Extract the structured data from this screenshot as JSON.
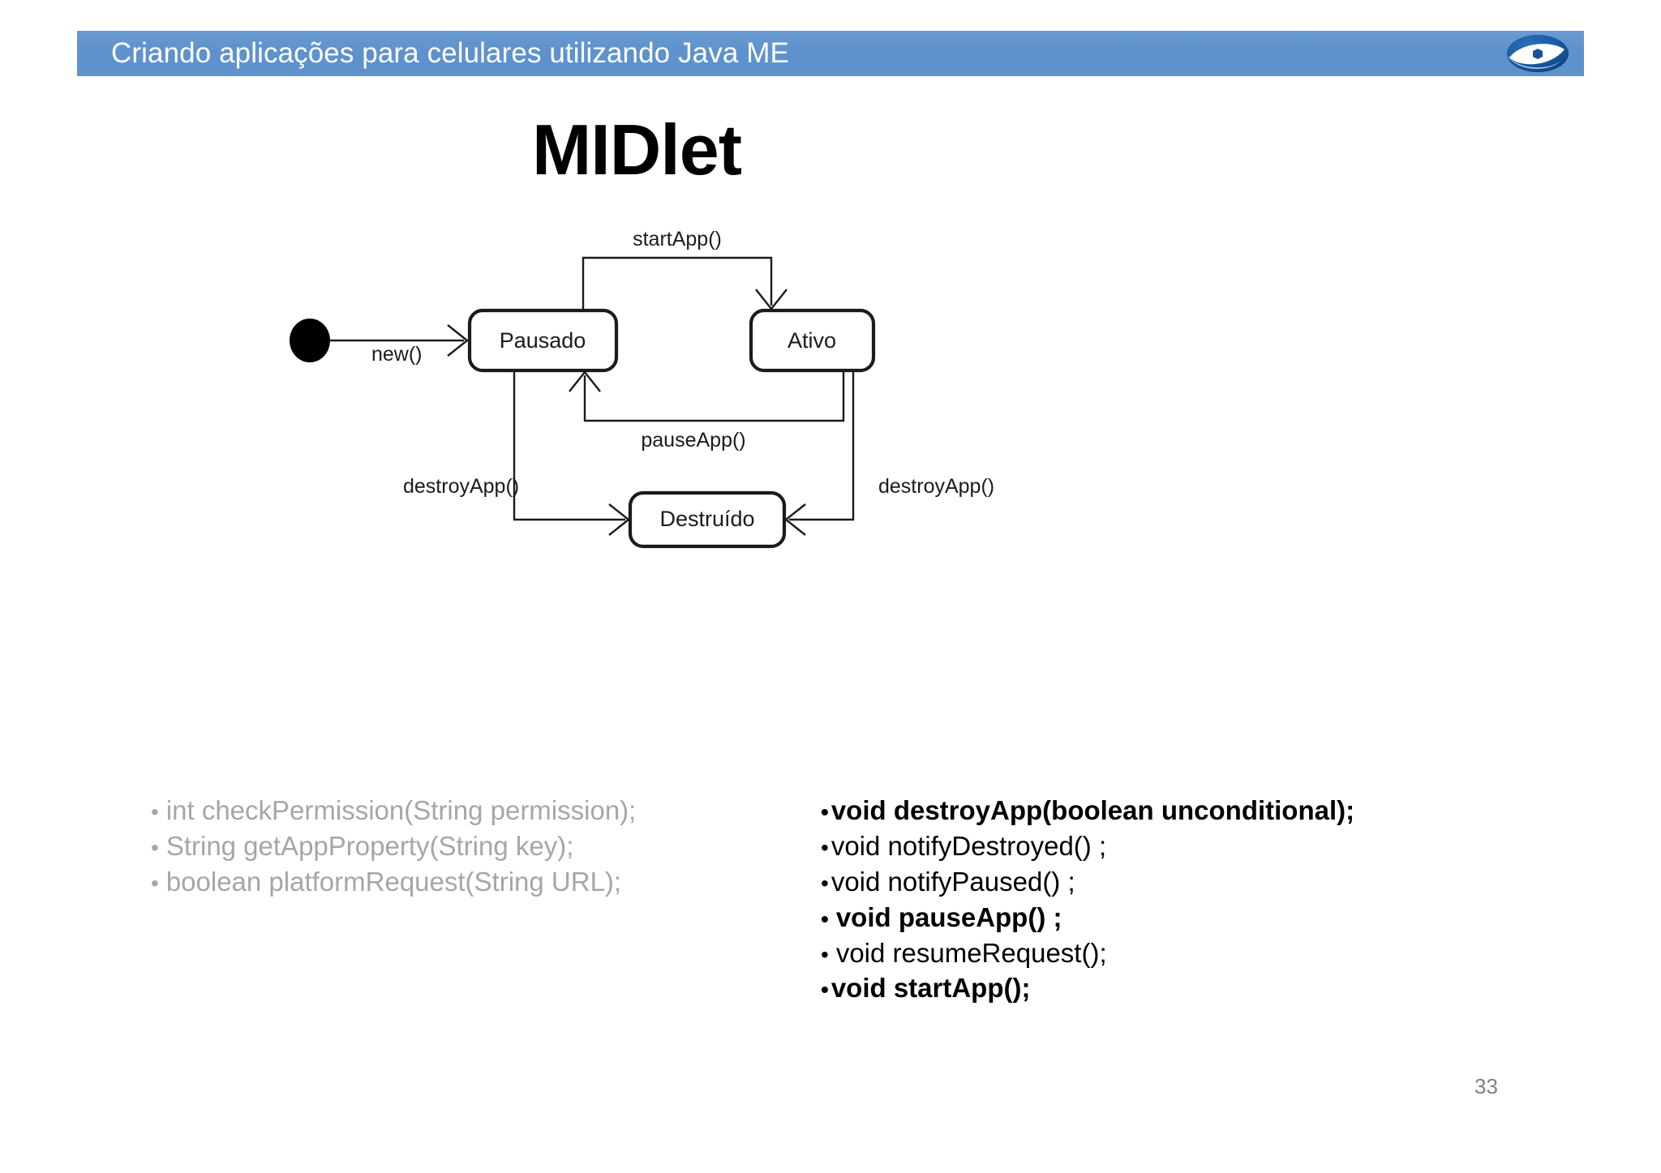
{
  "header": {
    "title": "Criando aplicações para celulares utilizando Java ME",
    "bar_color": "#5e92cc",
    "logo_icon": "eye-logo-icon"
  },
  "slide": {
    "title": "MIDlet",
    "page_number": "33"
  },
  "diagram": {
    "type": "uml-state-machine",
    "states": [
      {
        "id": "initial",
        "label": "",
        "shape": "filled-circle"
      },
      {
        "id": "pausado",
        "label": "Pausado",
        "shape": "rounded-rect"
      },
      {
        "id": "ativo",
        "label": "Ativo",
        "shape": "rounded-rect"
      },
      {
        "id": "destruido",
        "label": "Destruído",
        "shape": "rounded-rect"
      }
    ],
    "transitions": [
      {
        "from": "initial",
        "to": "pausado",
        "label": "new()"
      },
      {
        "from": "pausado",
        "to": "ativo",
        "label": "startApp()"
      },
      {
        "from": "ativo",
        "to": "pausado",
        "label": "pauseApp()"
      },
      {
        "from": "pausado",
        "to": "destruido",
        "label": "destroyApp()"
      },
      {
        "from": "ativo",
        "to": "destruido",
        "label": "destroyApp()"
      }
    ]
  },
  "bullets_left": [
    {
      "text": "int checkPermission(String permission);",
      "bold": false
    },
    {
      "text": "String getAppProperty(String key);",
      "bold": false
    },
    {
      "text": "boolean platformRequest(String URL);",
      "bold": false
    }
  ],
  "bullets_right": [
    {
      "text": "void destroyApp(boolean unconditional);",
      "bold": true,
      "tight": true
    },
    {
      "text": "void notifyDestroyed() ;",
      "bold": false,
      "tight": true
    },
    {
      "text": "void notifyPaused() ;",
      "bold": false,
      "tight": true
    },
    {
      "text": "void pauseApp() ;",
      "bold": true,
      "tight": false
    },
    {
      "text": "void resumeRequest();",
      "bold": false,
      "tight": false
    },
    {
      "text": "void startApp();",
      "bold": true,
      "tight": true
    }
  ],
  "bullet_glyph": "•",
  "colors": {
    "header_blue": "#5e92cc",
    "muted_gray": "#a6a6a6",
    "page_number_gray": "#808080"
  }
}
